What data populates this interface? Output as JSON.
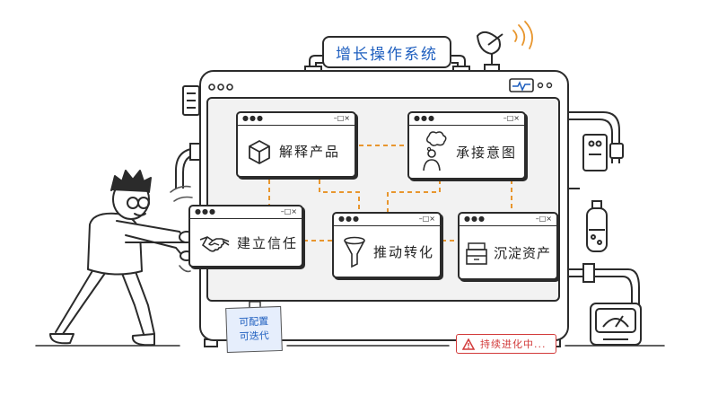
{
  "system": {
    "title": "增长操作系统"
  },
  "windows": [
    {
      "label": "解释产品",
      "icon": "cube-icon"
    },
    {
      "label": "承接意图",
      "icon": "person-thought-icon"
    },
    {
      "label": "建立信任",
      "icon": "handshake-icon"
    },
    {
      "label": "推动转化",
      "icon": "funnel-icon"
    },
    {
      "label": "沉淀资产",
      "icon": "archive-box-icon"
    }
  ],
  "window_chrome": {
    "dots": "●●●",
    "controls": "–□×"
  },
  "note": {
    "line1": "可配置",
    "line2": "可迭代"
  },
  "status": {
    "text": "持续进化中...",
    "icon": "warning-icon",
    "color": "#d23a3a"
  },
  "colors": {
    "accent_blue": "#1f5fbf",
    "connector_orange": "#e8962e",
    "note_bg": "#e6eefc"
  }
}
